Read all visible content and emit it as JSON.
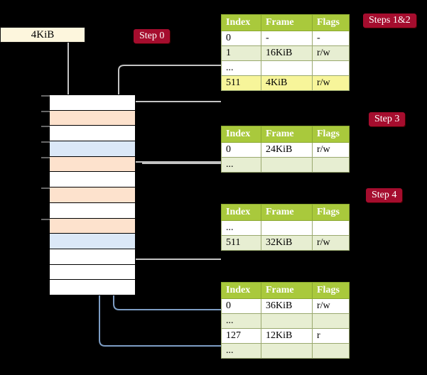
{
  "diagram": {
    "title_hidden": "",
    "source_box": {
      "label": "4KiB"
    },
    "badges": [
      {
        "name": "step-0",
        "label": "Step 0"
      },
      {
        "name": "steps-1-2",
        "label": "Steps 1&2"
      },
      {
        "name": "step-3",
        "label": "Step 3"
      },
      {
        "name": "step-4",
        "label": "Step 4"
      }
    ],
    "colors": {
      "badge_bg": "#a50d2e",
      "badge_text": "#ffffff",
      "table_header_bg": "#a9c93c",
      "table_header_text": "#ffffff",
      "row_alt_bg": "#e7eed2",
      "row_highlight_bg": "#f7f59a",
      "source_box_bg": "#fdf6dd",
      "mem_orange": "#fde2cd",
      "mem_blue": "#dbe8f7",
      "mem_white": "#ffffff",
      "connector_gray": "#cccccc",
      "connector_blue": "#7d9dc4",
      "background": "#000000"
    },
    "memory_grid": {
      "name": "physical-memory",
      "rows": [
        {
          "fill": "white"
        },
        {
          "fill": "orange"
        },
        {
          "fill": "white"
        },
        {
          "fill": "blue"
        },
        {
          "fill": "orange"
        },
        {
          "fill": "white"
        },
        {
          "fill": "orange"
        },
        {
          "fill": "white"
        },
        {
          "fill": "orange"
        },
        {
          "fill": "blue"
        },
        {
          "fill": "white"
        },
        {
          "fill": "white"
        },
        {
          "fill": "white"
        }
      ],
      "tick_rows": [
        0,
        1,
        2,
        3,
        4,
        6,
        8
      ]
    },
    "tables": [
      {
        "name": "page-table-level-1",
        "columns": [
          "Index",
          "Frame",
          "Flags"
        ],
        "rows": [
          {
            "style": "white",
            "cells": [
              "0",
              "-",
              "-"
            ]
          },
          {
            "style": "green",
            "cells": [
              "1",
              "16KiB",
              "r/w"
            ]
          },
          {
            "style": "white",
            "cells": [
              "...",
              "",
              ""
            ]
          },
          {
            "style": "hl",
            "cells": [
              "511",
              "4KiB",
              "r/w"
            ]
          }
        ]
      },
      {
        "name": "page-table-level-2",
        "columns": [
          "Index",
          "Frame",
          "Flags"
        ],
        "rows": [
          {
            "style": "white",
            "cells": [
              "0",
              "24KiB",
              "r/w"
            ]
          },
          {
            "style": "green",
            "cells": [
              "...",
              "",
              ""
            ]
          }
        ]
      },
      {
        "name": "page-table-level-3",
        "columns": [
          "Index",
          "Frame",
          "Flags"
        ],
        "rows": [
          {
            "style": "white",
            "cells": [
              "...",
              "",
              ""
            ]
          },
          {
            "style": "green",
            "cells": [
              "511",
              "32KiB",
              "r/w"
            ]
          }
        ]
      },
      {
        "name": "page-table-level-4",
        "columns": [
          "Index",
          "Frame",
          "Flags"
        ],
        "rows": [
          {
            "style": "white",
            "cells": [
              "0",
              "36KiB",
              "r/w"
            ]
          },
          {
            "style": "green",
            "cells": [
              "...",
              "",
              ""
            ]
          },
          {
            "style": "white",
            "cells": [
              "127",
              "12KiB",
              "r"
            ]
          },
          {
            "style": "green",
            "cells": [
              "...",
              "",
              ""
            ]
          }
        ]
      }
    ]
  }
}
